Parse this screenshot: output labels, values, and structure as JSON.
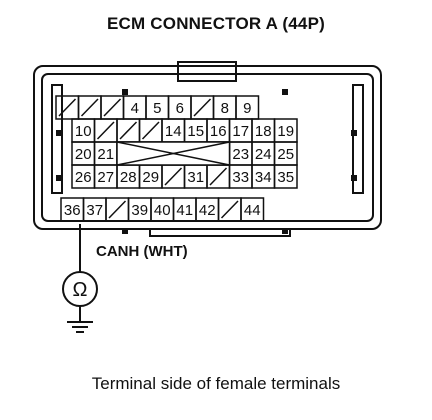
{
  "title": "ECM CONNECTOR A (44P)",
  "signal_label": "CANH (WHT)",
  "caption": "Terminal side of female terminals",
  "meter_symbol": "Ω",
  "icons": {
    "ohmmeter": "ohmmeter-icon",
    "ground": "ground-icon"
  },
  "colors": {
    "line": "#111111",
    "background": "#ffffff"
  },
  "rows": [
    [
      "",
      "",
      "",
      "4",
      "5",
      "6",
      "",
      "8",
      "9"
    ],
    [
      "10",
      "",
      "",
      "",
      "14",
      "15",
      "16",
      "17",
      "18",
      "19"
    ],
    [
      "20",
      "21",
      "",
      "",
      "",
      "",
      "",
      "23",
      "24",
      "25"
    ],
    [
      "26",
      "27",
      "28",
      "29",
      "",
      "31",
      "",
      "33",
      "34",
      "35"
    ],
    [
      "36",
      "37",
      "",
      "39",
      "40",
      "41",
      "42",
      "",
      "44"
    ]
  ]
}
